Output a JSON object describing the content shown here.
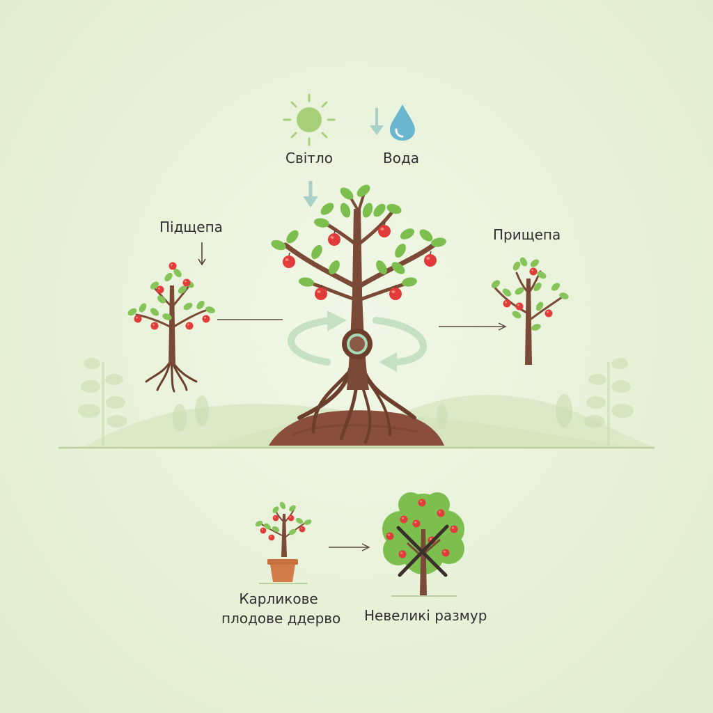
{
  "labels": {
    "light": "Світло",
    "water": "Вода",
    "rootstock": "Підщепа",
    "scion": "Прищепа",
    "dwarf_line1": "Карликове",
    "dwarf_line2": "плодове ддерво",
    "small_size": "Невеликі размур"
  },
  "icons": {
    "sun": "sun-icon",
    "water": "water-drop-icon",
    "graft": "graft-union-icon",
    "cycle": "cycle-arrows-icon",
    "pot": "flower-pot-icon",
    "cross": "cross-icon"
  },
  "colors": {
    "background": "#e9f2dc",
    "trunk": "#7a4a36",
    "leaf": "#7cbf4f",
    "apple": "#e03a3a",
    "soil": "#8a4f3a",
    "sun": "#a8cf7a",
    "water": "#6ab6cf",
    "arrow_faint": "#b9d9b0",
    "pot": "#c8713f"
  }
}
